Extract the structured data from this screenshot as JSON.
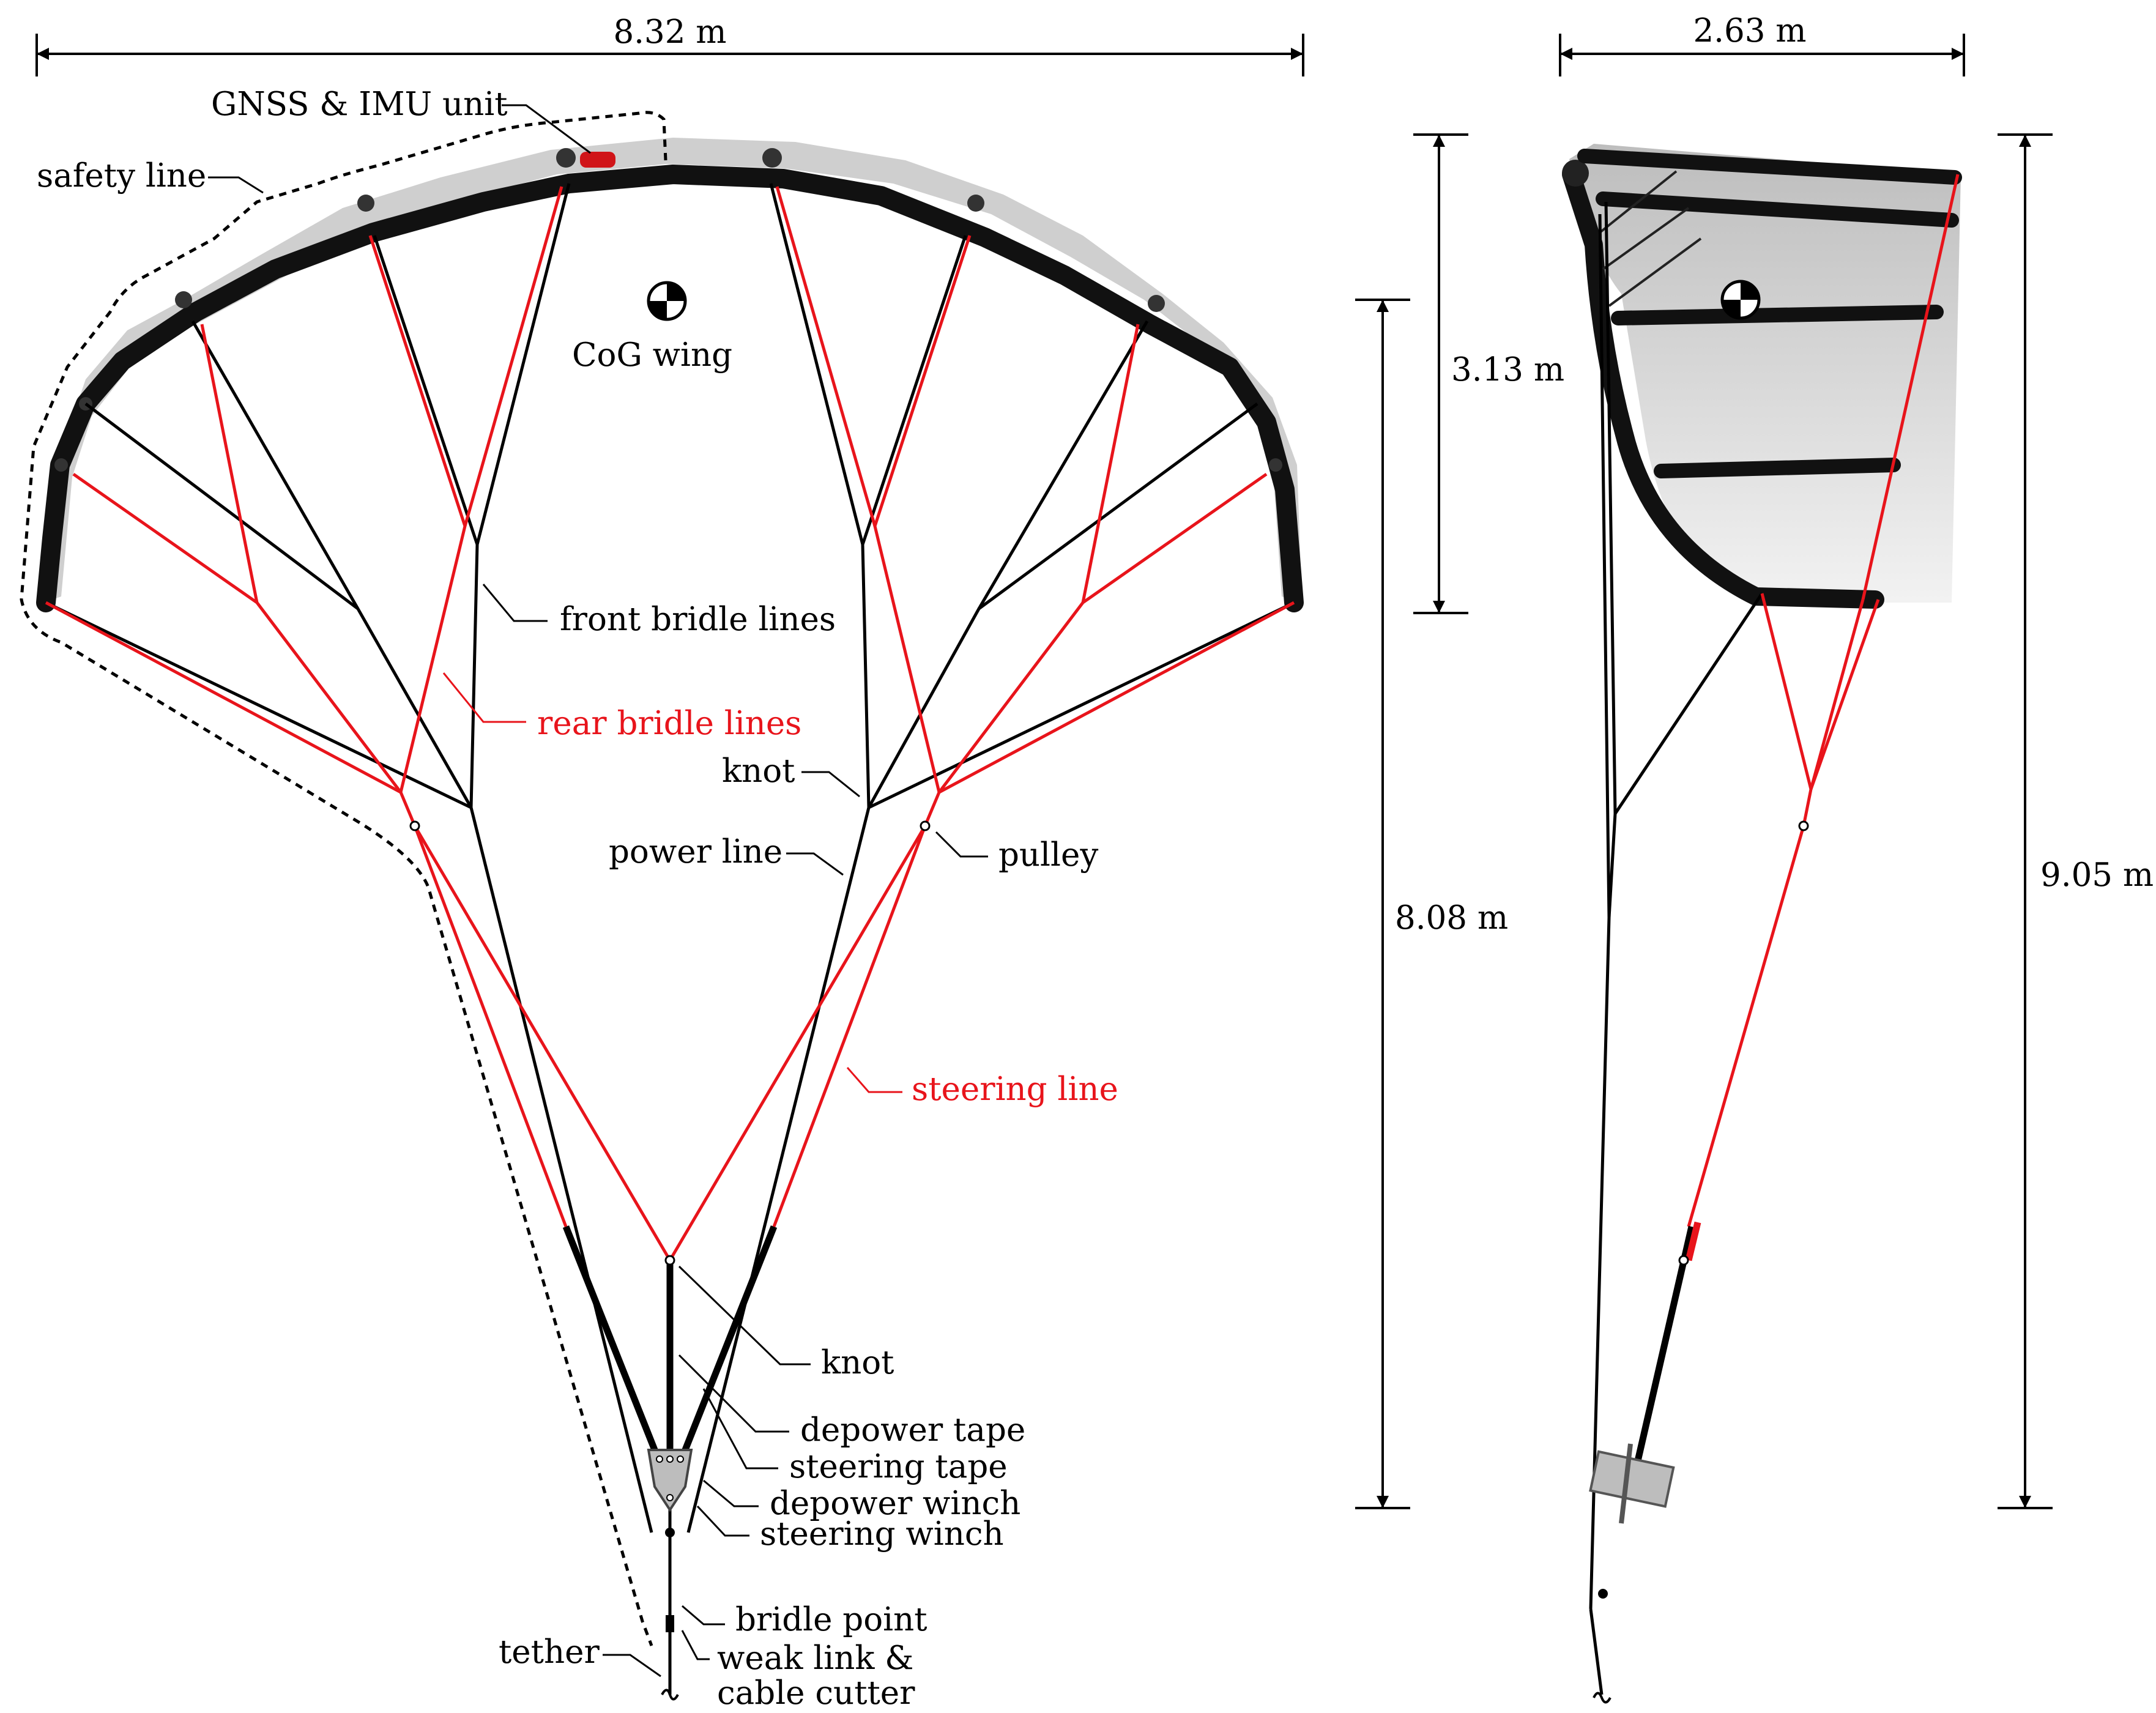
{
  "dimensions": {
    "span": "8.32 m",
    "chord": "2.63 m",
    "wing_height": "3.13 m",
    "bridle_height": "8.08 m",
    "total_height": "9.05 m"
  },
  "labels": {
    "gnss_imu": "GNSS & IMU unit",
    "safety_line": "safety line",
    "cog": "CoG wing",
    "front_bridle": "front bridle lines",
    "rear_bridle": "rear bridle lines",
    "knot_upper": "knot",
    "power_line": "power line",
    "pulley": "pulley",
    "steering_line": "steering line",
    "knot_lower": "knot",
    "depower_tape": "depower tape",
    "steering_tape": "steering tape",
    "depower_winch": "depower winch",
    "steering_winch": "steering winch",
    "bridle_point": "bridle point",
    "tether": "tether",
    "weak_link_1": "weak link &",
    "weak_link_2": "cable cutter"
  },
  "colors": {
    "front_lines": "#000000",
    "rear_lines": "#e8141b",
    "canopy": "#d0d0d0",
    "tube": "#111111"
  }
}
